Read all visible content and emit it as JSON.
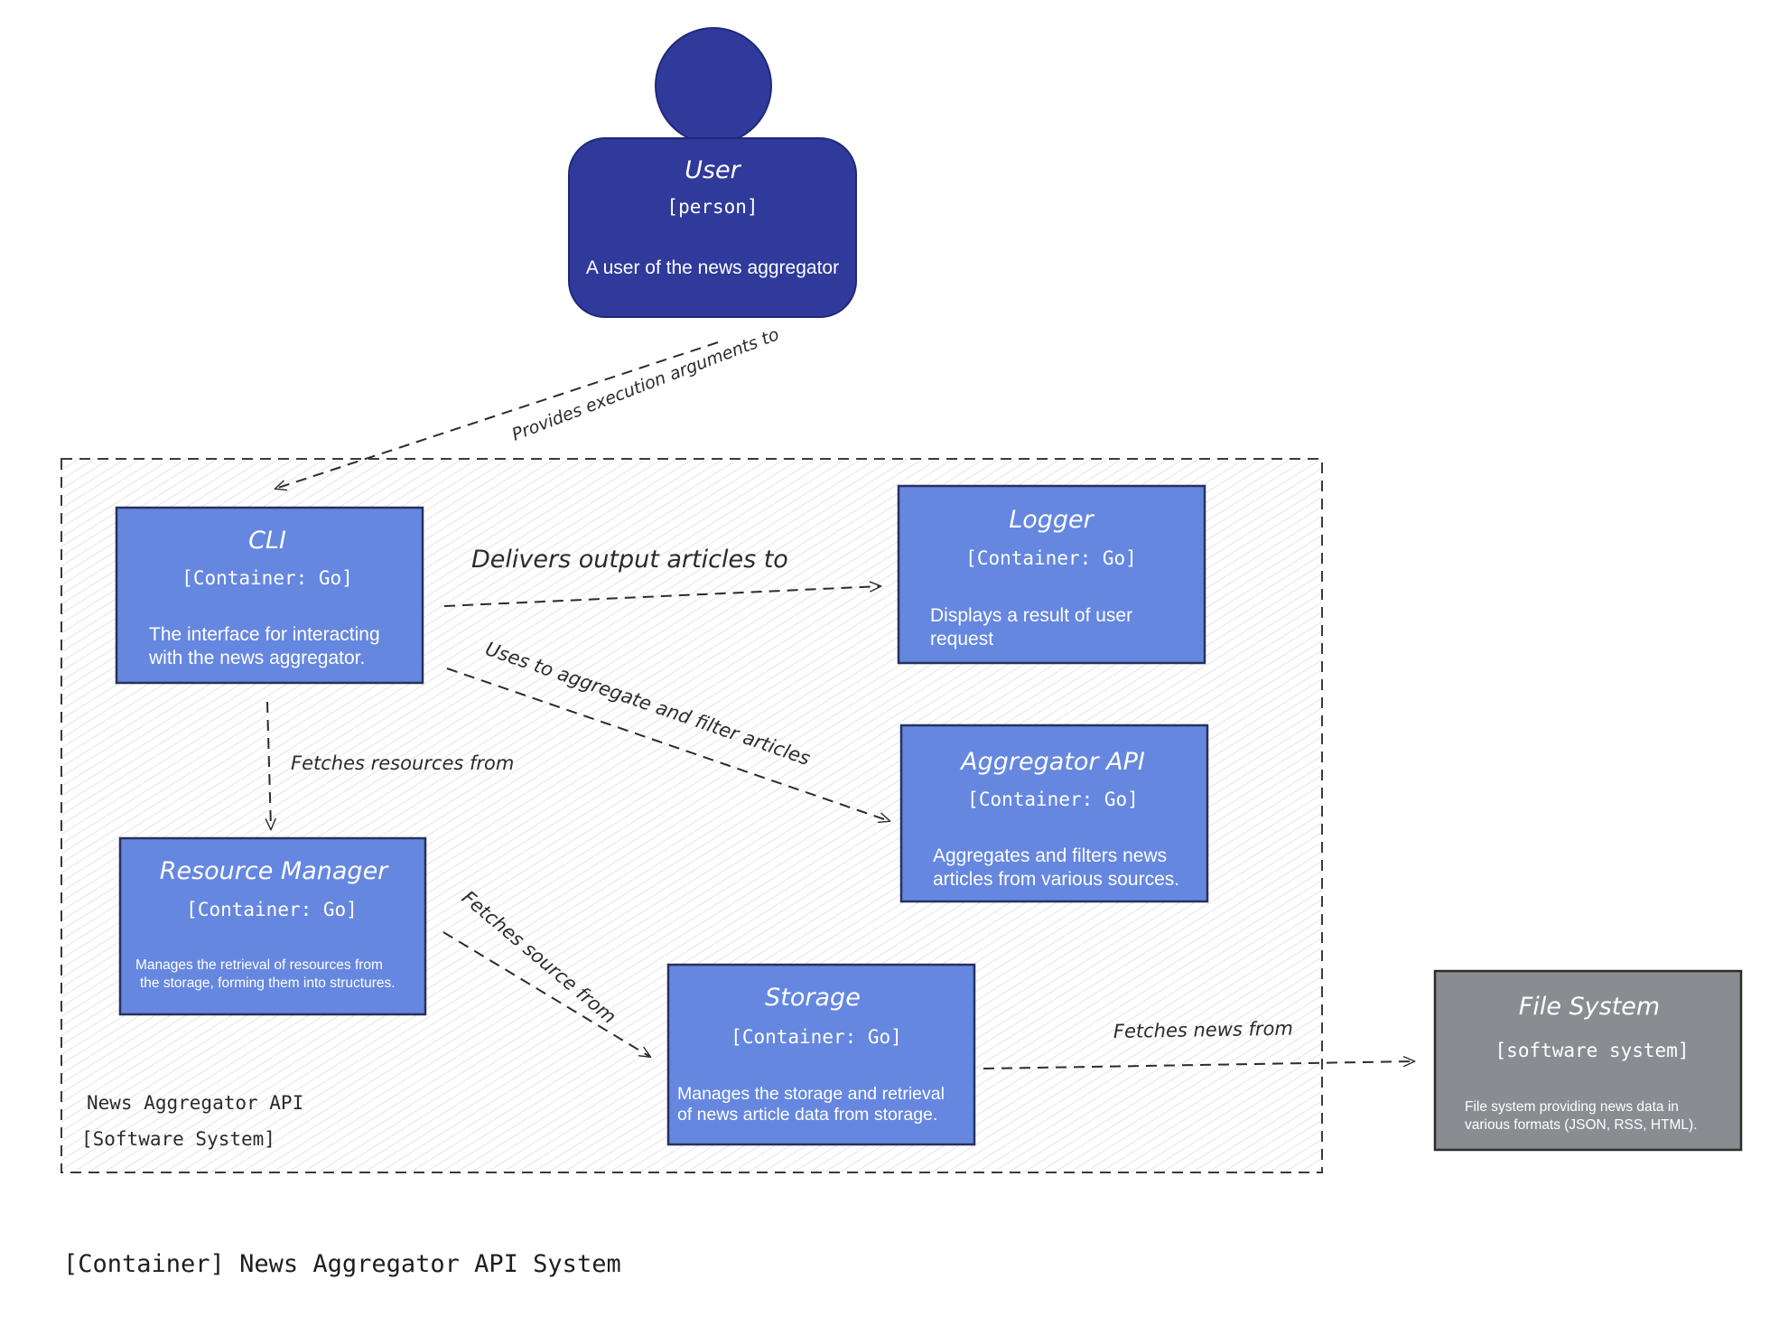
{
  "colors": {
    "person_fill": "#303a9b",
    "container_fill": "#6587e0",
    "external_fill": "#8a8c92",
    "boundary_stroke": "#3a3a3a",
    "hatch": "#d6d6d6",
    "text_light": "#ffffff",
    "text_dark": "#2b2b2b"
  },
  "person": {
    "name": "User",
    "type": "[person]",
    "description": "A user of the news aggregator"
  },
  "boundary": {
    "name": "News Aggregator API",
    "type": "[Software System]"
  },
  "containers": {
    "cli": {
      "name": "CLI",
      "type": "[Container: Go]",
      "description": [
        "The interface for interacting",
        "with the news aggregator."
      ]
    },
    "logger": {
      "name": "Logger",
      "type": "[Container: Go]",
      "description": [
        "Displays a result of user",
        "request"
      ]
    },
    "aggregator": {
      "name": "Aggregator API",
      "type": "[Container: Go]",
      "description": [
        "Aggregates and filters news",
        "articles from various sources."
      ]
    },
    "resource_manager": {
      "name": "Resource Manager",
      "type": "[Container: Go]",
      "description": [
        "Manages the retrieval of resources from",
        "the storage, forming them into structures."
      ]
    },
    "storage": {
      "name": "Storage",
      "type": "[Container: Go]",
      "description": [
        "Manages the storage and retrieval",
        "of news article data from storage."
      ]
    }
  },
  "external": {
    "name": "File System",
    "type": "[software system]",
    "description": [
      "File system providing news data in",
      "various formats (JSON, RSS, HTML)."
    ]
  },
  "relations": {
    "user_cli": "Provides execution arguments to",
    "cli_logger": "Delivers output articles to",
    "cli_aggregator": "Uses to aggregate and filter articles",
    "cli_resource": "Fetches resources from",
    "resource_storage": "Fetches source from",
    "storage_fs": "Fetches news from"
  },
  "diagram_title": "[Container] News Aggregator API System"
}
